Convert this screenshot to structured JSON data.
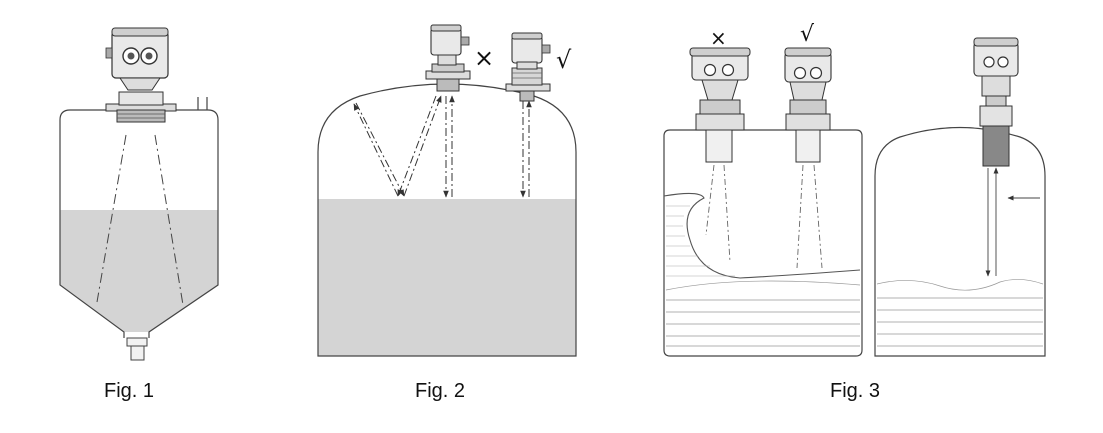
{
  "figures": [
    {
      "caption": "Fig. 1"
    },
    {
      "caption": "Fig. 2",
      "marks": {
        "wrong": "×",
        "right": "√"
      }
    },
    {
      "caption": "Fig. 3",
      "marks": {
        "wrong": "×",
        "right": "√"
      }
    }
  ],
  "colors": {
    "liquid": "#d4d4d4",
    "line": "#333333",
    "sensor_body": "#e9e9e9",
    "sensor_dark": "#555555"
  }
}
